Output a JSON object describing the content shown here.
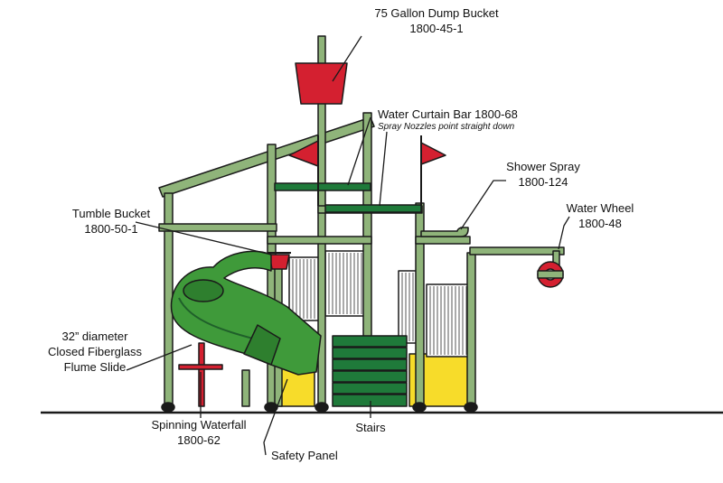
{
  "labels": {
    "dump_bucket": {
      "name": "75 Gallon Dump Bucket",
      "code": "1800-45-1"
    },
    "water_curtain": {
      "name": "Water Curtain Bar 1800-68",
      "note": "Spray Nozzles point straight down"
    },
    "shower_spray": {
      "name": "Shower Spray",
      "code": "1800-124"
    },
    "tumble_bucket": {
      "name": "Tumble Bucket",
      "code": "1800-50-1"
    },
    "water_wheel": {
      "name": "Water Wheel",
      "code": "1800-48"
    },
    "slide": {
      "line1": "32” diameter",
      "line2": "Closed Fiberglass",
      "line3": "Flume Slide"
    },
    "spinning_waterfall": {
      "name": "Spinning Waterfall",
      "code": "1800-62"
    },
    "stairs": {
      "name": "Stairs"
    },
    "safety_panel": {
      "name": "Safety Panel"
    }
  },
  "colors": {
    "frame_green": "#8fb47a",
    "dark_green": "#1f7a3a",
    "slide_green": "#3f9a3a",
    "red": "#d42030",
    "yellow": "#f7dc2a",
    "outline": "#1a1a1a"
  }
}
